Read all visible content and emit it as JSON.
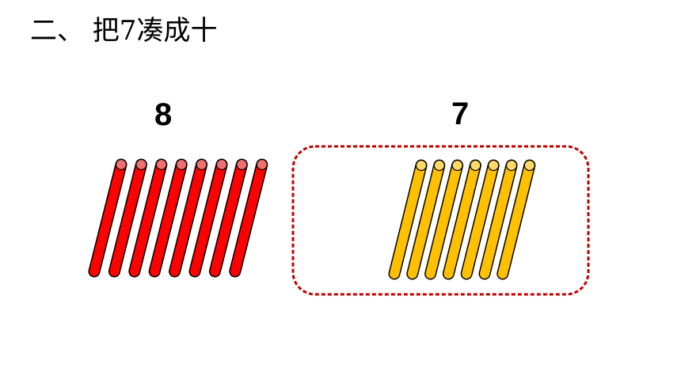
{
  "title": "二、 把7凑成十",
  "groups": {
    "left": {
      "count_label": "8",
      "stick_count": 8,
      "stick_color": "#ff0000",
      "cap_color": "#f07070"
    },
    "right": {
      "count_label": "7",
      "stick_count": 7,
      "stick_color": "#ffc000",
      "cap_color": "#ffd966"
    }
  },
  "colors": {
    "dashed_box": "#c00000",
    "stick_outline": "#000000"
  }
}
